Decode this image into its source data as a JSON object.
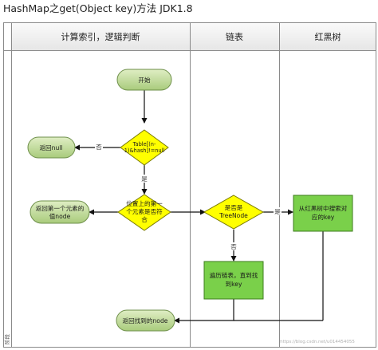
{
  "title": "HashMap之get(Object  key)方法 JDK1.8",
  "lanes": [
    {
      "label": "计算索引，逻辑判断"
    },
    {
      "label": "链表"
    },
    {
      "label": "红黑树"
    }
  ],
  "side_label": "阶段",
  "nodes": {
    "start": "开始",
    "check_table": [
      "Table[(n-",
      "1)&hash]!=null"
    ],
    "return_null": "返回null",
    "first_match": [
      "位置上的第一",
      "个元素是否符",
      "合"
    ],
    "return_first": [
      "返回第一个元素的",
      "值node"
    ],
    "is_tree": [
      "是否是",
      "TreeNode"
    ],
    "tree_search": [
      "从红黑树中搜索对",
      "应的key"
    ],
    "list_traverse": [
      "遍历链表，直到找",
      "到key"
    ],
    "return_found": "返回找到的node"
  },
  "edge_labels": {
    "yes": "是",
    "no": "否"
  },
  "watermark": "https://blog.csdn.net/u014454055"
}
